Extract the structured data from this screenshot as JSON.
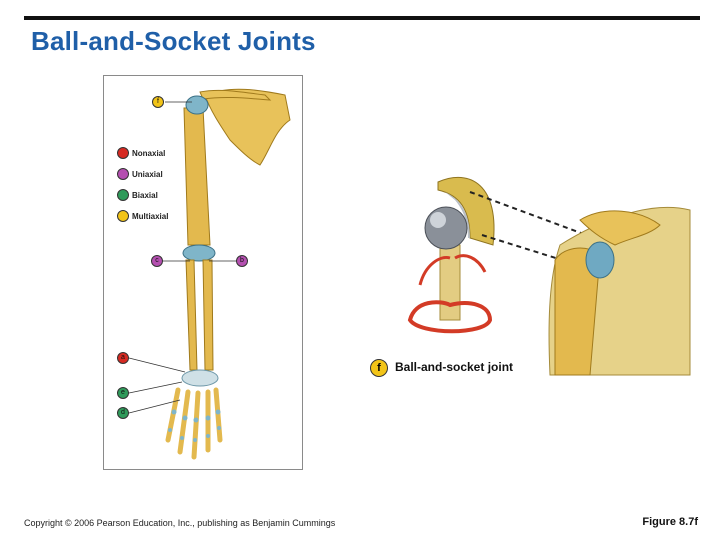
{
  "slide": {
    "title": "Ball-and-Socket Joints",
    "copyright": "Copyright © 2006 Pearson Education, Inc., publishing as Benjamin Cummings",
    "figure_label": "Figure 8.7f"
  },
  "legend": [
    {
      "label": "Nonaxial",
      "color": "#d62a22"
    },
    {
      "label": "Uniaxial",
      "color": "#b44fb0"
    },
    {
      "label": "Biaxial",
      "color": "#2f9a5a"
    },
    {
      "label": "Multiaxial",
      "color": "#f2c418"
    }
  ],
  "badges": {
    "f": "f",
    "c": "c",
    "b": "b",
    "a": "a",
    "e": "e",
    "d": "d"
  },
  "joint": {
    "badge": "f",
    "label": "Ball-and-socket joint"
  }
}
